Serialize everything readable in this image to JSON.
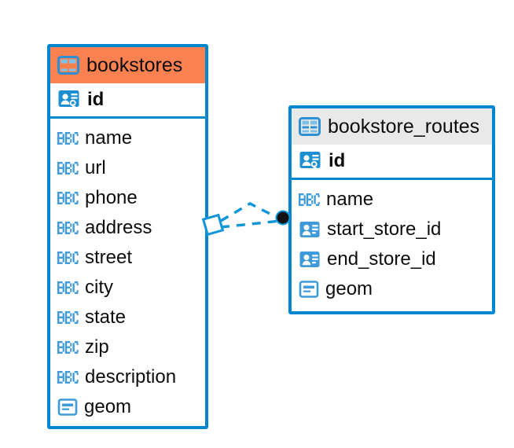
{
  "diagram": {
    "type": "entity-relationship-diagram",
    "background": "#ffffff",
    "accent_color": "#0087ce",
    "header_orange": "#fb8150",
    "header_gray": "#e9e9e9",
    "text_color": "#0d0d0d"
  },
  "tables": [
    {
      "id": "bookstores",
      "name": "bookstores",
      "header_style": "orange",
      "table_icon": "table-icon",
      "primary_key": {
        "name": "id",
        "icon": "primary-key-icon"
      },
      "fields": [
        {
          "name": "name",
          "icon": "abc-text-icon"
        },
        {
          "name": "url",
          "icon": "abc-text-icon"
        },
        {
          "name": "phone",
          "icon": "abc-text-icon"
        },
        {
          "name": "address",
          "icon": "abc-text-icon"
        },
        {
          "name": "street",
          "icon": "abc-text-icon"
        },
        {
          "name": "city",
          "icon": "abc-text-icon"
        },
        {
          "name": "state",
          "icon": "abc-text-icon"
        },
        {
          "name": "zip",
          "icon": "abc-text-icon"
        },
        {
          "name": "description",
          "icon": "abc-text-icon"
        },
        {
          "name": "geom",
          "icon": "geometry-icon"
        }
      ]
    },
    {
      "id": "bookstore_routes",
      "name": "bookstore_routes",
      "header_style": "gray",
      "table_icon": "table-icon",
      "primary_key": {
        "name": "id",
        "icon": "primary-key-icon"
      },
      "fields": [
        {
          "name": "name",
          "icon": "abc-text-icon"
        },
        {
          "name": "start_store_id",
          "icon": "foreign-key-icon"
        },
        {
          "name": "end_store_id",
          "icon": "foreign-key-icon"
        },
        {
          "name": "geom",
          "icon": "geometry-icon"
        }
      ]
    }
  ],
  "relationship": {
    "from_table": "bookstores",
    "to_table": "bookstore_routes",
    "line_style": "dashed",
    "line_color": "#0e96d8",
    "source_marker": "diamond-marker",
    "target_marker": "filled-circle-marker"
  }
}
